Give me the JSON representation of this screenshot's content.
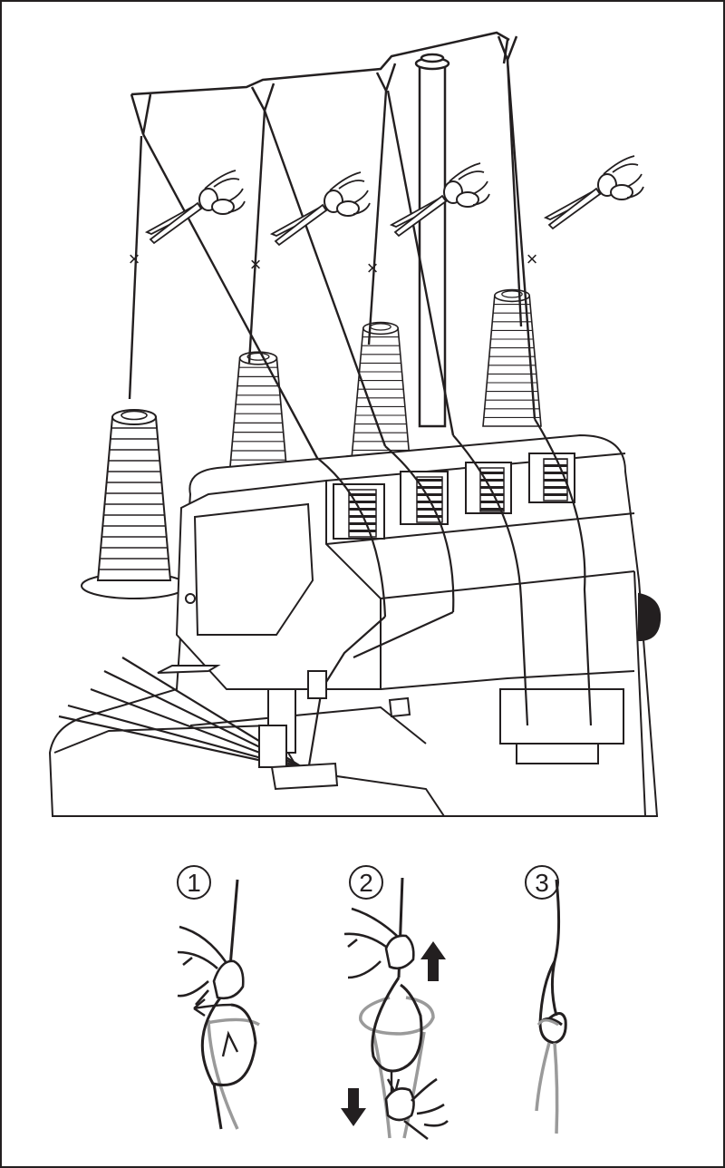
{
  "steps": [
    {
      "number": "1"
    },
    {
      "number": "2"
    },
    {
      "number": "3"
    }
  ],
  "spools": [
    {
      "name": "spool-1"
    },
    {
      "name": "spool-2"
    },
    {
      "name": "spool-3"
    },
    {
      "name": "spool-4"
    }
  ],
  "cut_marks": [
    "×",
    "×",
    "×",
    "×"
  ],
  "colors": {
    "line": "#231f20",
    "thread_gray": "#9a9a9a",
    "background": "#ffffff"
  },
  "icons": [
    "scissors-icon",
    "arrow-up-icon",
    "arrow-down-icon",
    "hand-icon",
    "knot-icon"
  ]
}
